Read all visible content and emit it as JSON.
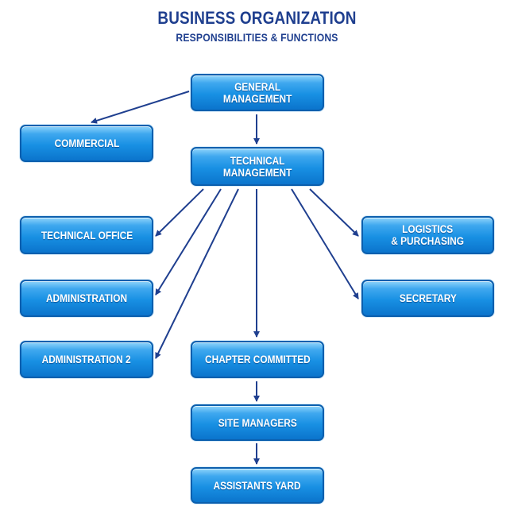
{
  "header": {
    "title": "BUSINESS ORGANIZATION",
    "subtitle": "RESPONSIBILITIES & FUNCTIONS"
  },
  "colors": {
    "title": "#1f3f8f",
    "node_border": "#0b5fae",
    "node_fill": "#1890e3",
    "arrow": "#1f3f8f"
  },
  "nodes": {
    "general_management": "GENERAL\nMANAGEMENT",
    "commercial": "COMMERCIAL",
    "technical_management": "TECHNICAL\nMANAGEMENT",
    "technical_office": "TECHNICAL OFFICE",
    "administration": "ADMINISTRATION",
    "administration_2": "ADMINISTRATION 2",
    "logistics_purchasing": "LOGISTICS\n& PURCHASING",
    "secretary": "SECRETARY",
    "chapter_committed": "CHAPTER COMMITTED",
    "site_managers": "SITE MANAGERS",
    "assistants_yard": "ASSISTANTS YARD"
  },
  "edges": [
    {
      "from": "general_management",
      "to": "commercial"
    },
    {
      "from": "general_management",
      "to": "technical_management"
    },
    {
      "from": "technical_management",
      "to": "technical_office"
    },
    {
      "from": "technical_management",
      "to": "administration"
    },
    {
      "from": "technical_management",
      "to": "administration_2"
    },
    {
      "from": "technical_management",
      "to": "chapter_committed"
    },
    {
      "from": "technical_management",
      "to": "logistics_purchasing"
    },
    {
      "from": "technical_management",
      "to": "secretary"
    },
    {
      "from": "chapter_committed",
      "to": "site_managers"
    },
    {
      "from": "site_managers",
      "to": "assistants_yard"
    }
  ]
}
